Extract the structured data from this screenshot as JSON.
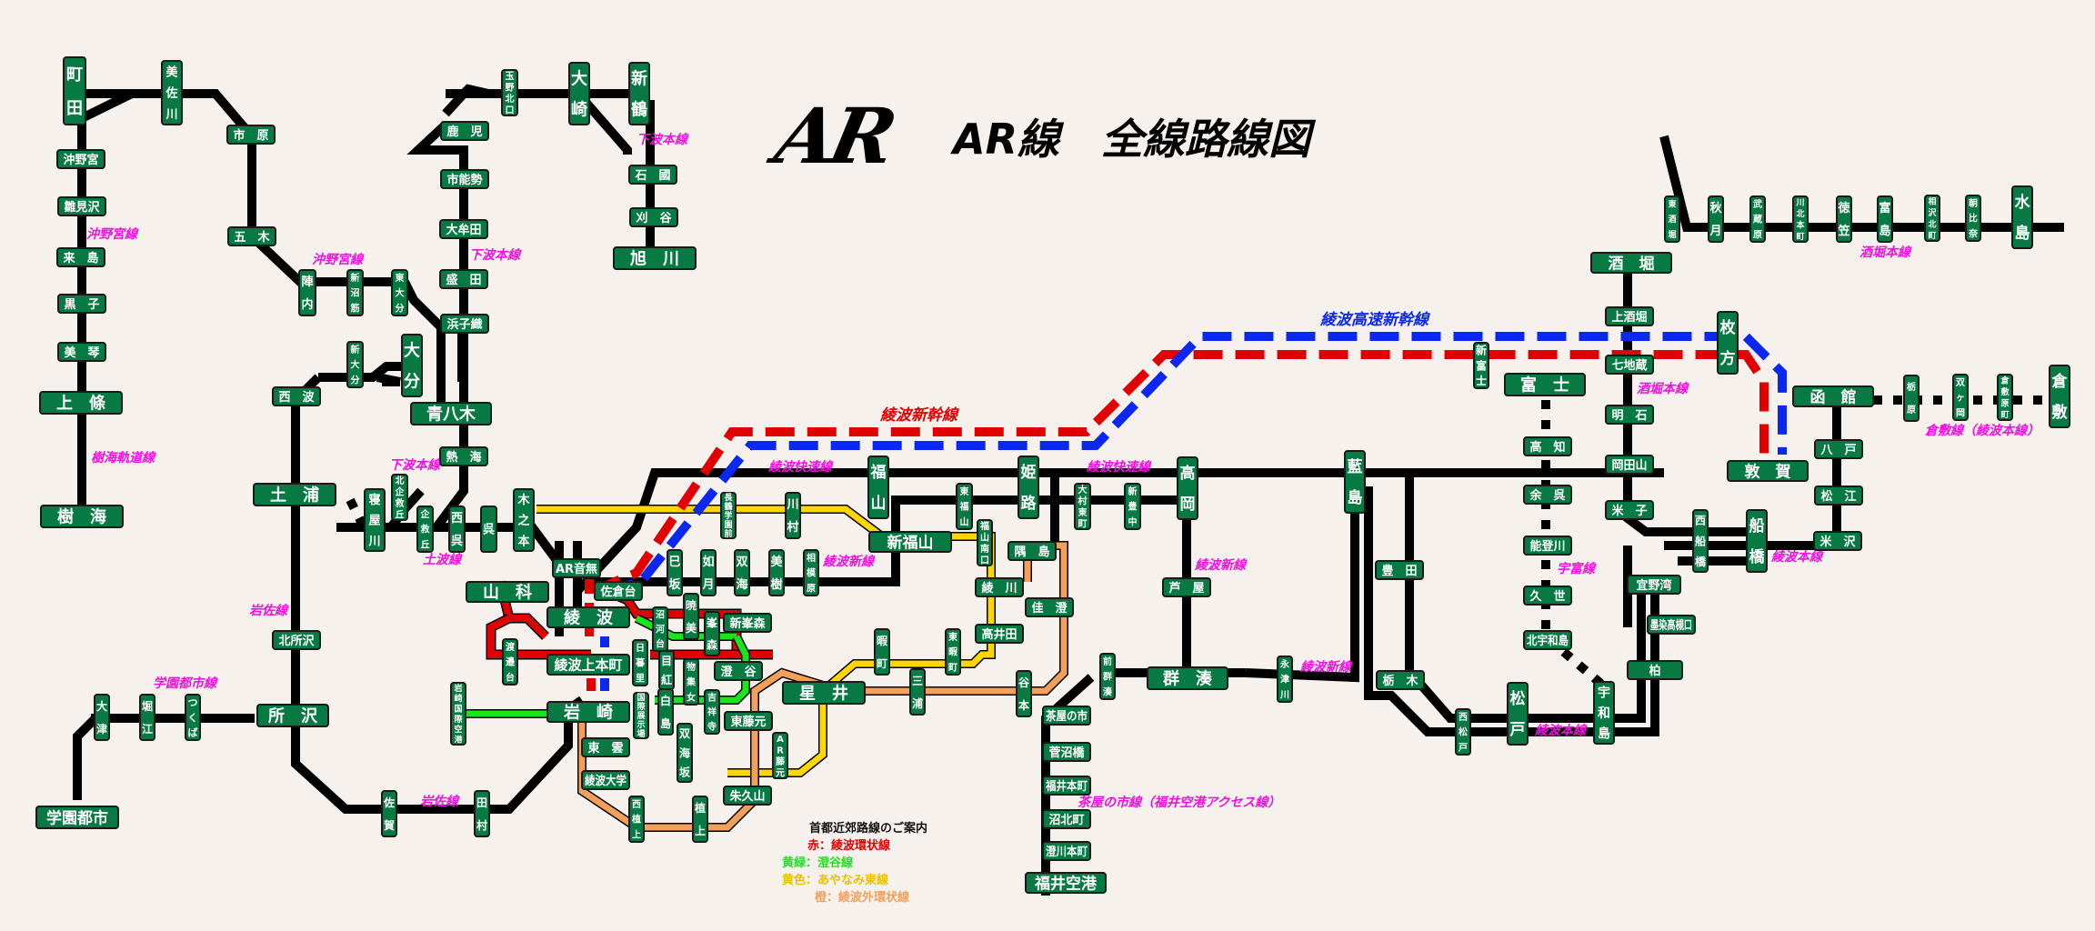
{
  "title": {
    "logo": "AR",
    "text": "AR線　全線路線図"
  },
  "colors": {
    "background": "#f6f1ed",
    "station_fill": "#077a44",
    "station_text": "#ffffff",
    "line_black": "#000000",
    "kanjo_red": "#e00000",
    "sumiya_green": "#19e619",
    "ayanami_yellow": "#ffd700",
    "outer_orange": "#f4a05a",
    "shinkansen_red": "#e00000",
    "highspeed_blue": "#0a28f0",
    "line_label": "#f010e0",
    "highspeed_label": "#0a28f0",
    "shinkansen_label": "#e00000"
  },
  "line_labels": [
    {
      "id": "okinomiya-1",
      "text": "沖野宮線"
    },
    {
      "id": "okinomiya-2",
      "text": "沖野宮線"
    },
    {
      "id": "shimoha-1",
      "text": "下波本線"
    },
    {
      "id": "shimoha-2",
      "text": "下波本線"
    },
    {
      "id": "shimoha-3",
      "text": "下波本線"
    },
    {
      "id": "jukai",
      "text": "樹海軌道線"
    },
    {
      "id": "doha",
      "text": "土波線"
    },
    {
      "id": "iwasa-1",
      "text": "岩佐線"
    },
    {
      "id": "iwasa-2",
      "text": "岩佐線"
    },
    {
      "id": "gakuen",
      "text": "学園都市線"
    },
    {
      "id": "ayanami-kaisoku-1",
      "text": "綾波快速線"
    },
    {
      "id": "ayanami-kaisoku-2",
      "text": "綾波快速線"
    },
    {
      "id": "ayanami-shin-1",
      "text": "綾波新線"
    },
    {
      "id": "ayanami-shin-2",
      "text": "綾波新線"
    },
    {
      "id": "ayanami-shin-3",
      "text": "綾波新線"
    },
    {
      "id": "chayanoichi",
      "text": "茶屋の市線（福井空港アクセス線）"
    },
    {
      "id": "utomi",
      "text": "宇富線"
    },
    {
      "id": "sakabori-1",
      "text": "酒堀本線"
    },
    {
      "id": "sakabori-2",
      "text": "酒堀本線"
    },
    {
      "id": "ayanami-hon-1",
      "text": "綾波本線"
    },
    {
      "id": "ayanami-hon-2",
      "text": "綾波本線"
    },
    {
      "id": "kurashiki",
      "text": "倉敷線（綾波本線）"
    },
    {
      "id": "shinkansen",
      "text": "綾波新幹線"
    },
    {
      "id": "highspeed",
      "text": "綾波高速新幹線"
    }
  ],
  "stations": [
    {
      "name": "町田"
    },
    {
      "name": "美佐川"
    },
    {
      "name": "市原"
    },
    {
      "name": "五木"
    },
    {
      "name": "沖野宮"
    },
    {
      "name": "雛見沢"
    },
    {
      "name": "来島"
    },
    {
      "name": "黒子"
    },
    {
      "name": "美琴"
    },
    {
      "name": "上條"
    },
    {
      "name": "樹海"
    },
    {
      "name": "陣内"
    },
    {
      "name": "新沼筋"
    },
    {
      "name": "東大分"
    },
    {
      "name": "新大分"
    },
    {
      "name": "大分"
    },
    {
      "name": "西波"
    },
    {
      "name": "青八木"
    },
    {
      "name": "玉野北口"
    },
    {
      "name": "大崎"
    },
    {
      "name": "新鶴"
    },
    {
      "name": "鹿児"
    },
    {
      "name": "市能勢"
    },
    {
      "name": "大牟田"
    },
    {
      "name": "盛田"
    },
    {
      "name": "浜子織"
    },
    {
      "name": "石國"
    },
    {
      "name": "刈谷"
    },
    {
      "name": "旭川"
    },
    {
      "name": "熱海"
    },
    {
      "name": "土浦"
    },
    {
      "name": "寝屋川"
    },
    {
      "name": "北企救丘"
    },
    {
      "name": "企救丘"
    },
    {
      "name": "西呉"
    },
    {
      "name": "呉"
    },
    {
      "name": "木之本"
    },
    {
      "name": "北所沢"
    },
    {
      "name": "所沢"
    },
    {
      "name": "大津"
    },
    {
      "name": "堀江"
    },
    {
      "name": "つくば"
    },
    {
      "name": "学園都市"
    },
    {
      "name": "佐賀"
    },
    {
      "name": "田村"
    },
    {
      "name": "AR音無"
    },
    {
      "name": "山科"
    },
    {
      "name": "佐倉台"
    },
    {
      "name": "綾波"
    },
    {
      "name": "綾波上本町"
    },
    {
      "name": "岩崎"
    },
    {
      "name": "渡邉台"
    },
    {
      "name": "岩崎国際空港"
    },
    {
      "name": "東雲"
    },
    {
      "name": "綾波大学"
    },
    {
      "name": "西植上"
    },
    {
      "name": "植上"
    },
    {
      "name": "朱久山"
    },
    {
      "name": "沼河台"
    },
    {
      "name": "日暮里"
    },
    {
      "name": "目紅"
    },
    {
      "name": "国際展示場"
    },
    {
      "name": "白島"
    },
    {
      "name": "暁美"
    },
    {
      "name": "峯森"
    },
    {
      "name": "物集女"
    },
    {
      "name": "吉祥寺"
    },
    {
      "name": "双海坂"
    },
    {
      "name": "新峯森"
    },
    {
      "name": "澄谷"
    },
    {
      "name": "東藤元"
    },
    {
      "name": "AR藤元"
    },
    {
      "name": "巳坂"
    },
    {
      "name": "如月"
    },
    {
      "name": "双海"
    },
    {
      "name": "美樹"
    },
    {
      "name": "相模原"
    },
    {
      "name": "長鶴学園前"
    },
    {
      "name": "川村"
    },
    {
      "name": "福山"
    },
    {
      "name": "新福山"
    },
    {
      "name": "東福山"
    },
    {
      "name": "福山南口"
    },
    {
      "name": "綾川"
    },
    {
      "name": "高井田"
    },
    {
      "name": "暇町"
    },
    {
      "name": "東暇町"
    },
    {
      "name": "星井"
    },
    {
      "name": "三浦"
    },
    {
      "name": "谷本"
    },
    {
      "name": "姫路"
    },
    {
      "name": "隅島"
    },
    {
      "name": "佳澄"
    },
    {
      "name": "大村東町"
    },
    {
      "name": "新豊中"
    },
    {
      "name": "高岡"
    },
    {
      "name": "芦屋"
    },
    {
      "name": "群湊"
    },
    {
      "name": "前群湊"
    },
    {
      "name": "永津川"
    },
    {
      "name": "茶屋の市"
    },
    {
      "name": "菅沼橋"
    },
    {
      "name": "福井本町"
    },
    {
      "name": "沼北町"
    },
    {
      "name": "澄川本町"
    },
    {
      "name": "福井空港"
    },
    {
      "name": "藍島"
    },
    {
      "name": "豊田"
    },
    {
      "name": "栃木"
    },
    {
      "name": "西松戸"
    },
    {
      "name": "松戸"
    },
    {
      "name": "新富士"
    },
    {
      "name": "富士"
    },
    {
      "name": "高知"
    },
    {
      "name": "余呉"
    },
    {
      "name": "能登川"
    },
    {
      "name": "久世"
    },
    {
      "name": "北宇和島"
    },
    {
      "name": "宇和島"
    },
    {
      "name": "酒堀"
    },
    {
      "name": "上酒堀"
    },
    {
      "name": "七地蔵"
    },
    {
      "name": "明石"
    },
    {
      "name": "岡田山"
    },
    {
      "name": "米子"
    },
    {
      "name": "西船橋"
    },
    {
      "name": "船橋"
    },
    {
      "name": "宜野湾"
    },
    {
      "name": "墨染高槻口"
    },
    {
      "name": "柏"
    },
    {
      "name": "東酒堀"
    },
    {
      "name": "秋月"
    },
    {
      "name": "武蔵原"
    },
    {
      "name": "川北本町"
    },
    {
      "name": "徳笠"
    },
    {
      "name": "富島"
    },
    {
      "name": "相沢北町"
    },
    {
      "name": "朝比奈"
    },
    {
      "name": "水島"
    },
    {
      "name": "枚方"
    },
    {
      "name": "敦賀"
    },
    {
      "name": "函館"
    },
    {
      "name": "八戸"
    },
    {
      "name": "松江"
    },
    {
      "name": "米沢"
    },
    {
      "name": "栃原"
    },
    {
      "name": "双ヶ岡"
    },
    {
      "name": "倉敷原町"
    },
    {
      "name": "倉敷"
    }
  ],
  "legend": {
    "heading": "首都近郊路線のご案内",
    "items": [
      {
        "key": "赤",
        "label": "綾波環状線",
        "color": "#e00000"
      },
      {
        "key": "黄緑",
        "label": "澄谷線",
        "color": "#19e619"
      },
      {
        "key": "黄色",
        "label": "あやなみ東線",
        "color": "#e8c000"
      },
      {
        "key": "橙",
        "label": "綾波外環状線",
        "color": "#f4a05a"
      }
    ]
  }
}
